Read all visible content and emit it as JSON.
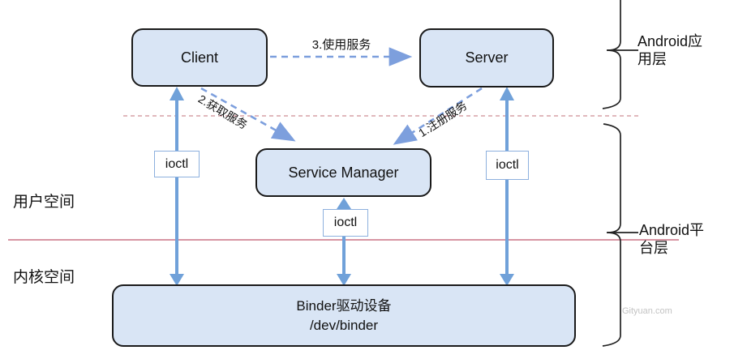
{
  "nodes": {
    "client": "Client",
    "server": "Server",
    "service_manager": "Service Manager",
    "binder_line1": "Binder驱动设备",
    "binder_line2": "/dev/binder"
  },
  "ioctl": {
    "left": "ioctl",
    "middle": "ioctl",
    "right": "ioctl"
  },
  "edges": {
    "use_service": "3.使用服务",
    "get_service": "2.获取服务",
    "register_service": "1.注册服务"
  },
  "regions": {
    "user_space": "用户空间",
    "kernel_space": "内核空间",
    "app_layer": "Android应用层",
    "platform_layer": "Android平台层"
  },
  "watermark": "Gityuan.com",
  "colors": {
    "node_fill": "#d9e5f5",
    "node_border": "#1a1a1a",
    "solid_arrow": "#70a1d9",
    "dashed_arrow": "#7d9fdd",
    "ioctl_border": "#8db0de",
    "user_kernel_divider_solid": "#d795a3",
    "app_platform_divider_dashed": "#cf8d95",
    "brace": "#222222",
    "watermark": "#c3c3c3"
  }
}
